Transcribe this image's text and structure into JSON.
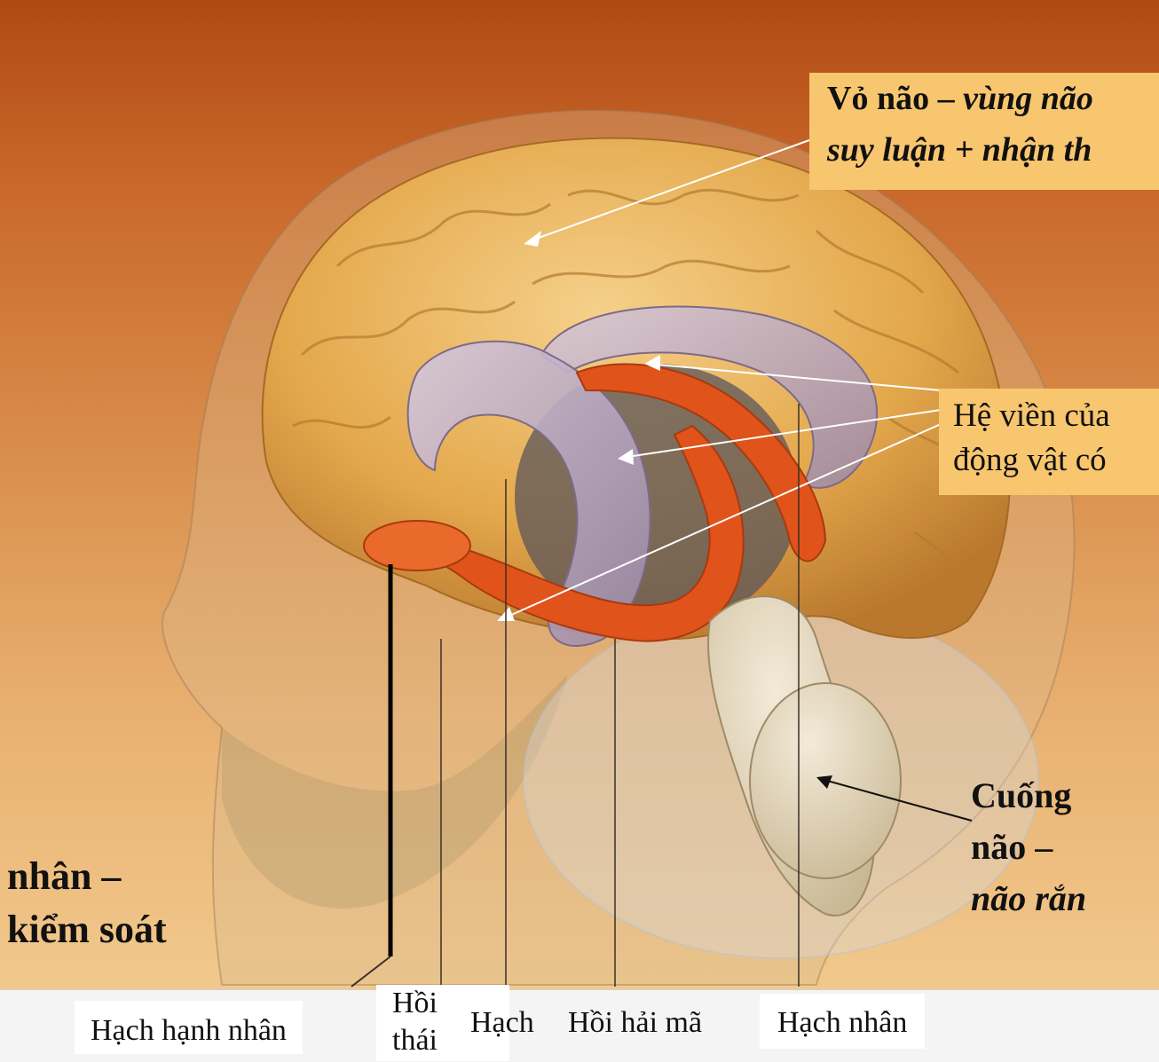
{
  "labels": {
    "cortex": {
      "title": "Vỏ não –",
      "line1_italic": "vùng não",
      "line2_italic": "suy luận + nhận th"
    },
    "limbic": {
      "line1": "Hệ viền  của",
      "line2": "động vật có"
    },
    "brainstem": {
      "line1": "Cuống",
      "line2": "não –",
      "line3": "não rắn"
    },
    "amygdala_callout": {
      "line1": "nhân –",
      "line2": "kiểm soát"
    }
  },
  "bottom_labels": {
    "amygdala": "Hạch hạnh nhân",
    "gyrus_line1": "Hồi",
    "gyrus_line2": "thái",
    "ganglion": "Hạch",
    "hippocampus": "Hồi hải mã",
    "nucleus": "Hạch nhân"
  },
  "colors": {
    "callout_fill": "#f8c66e",
    "limbic_orange": "#e0531a",
    "hippocampus_violet": "#b9a6c2",
    "cortex_gold": "#e9b35a"
  }
}
